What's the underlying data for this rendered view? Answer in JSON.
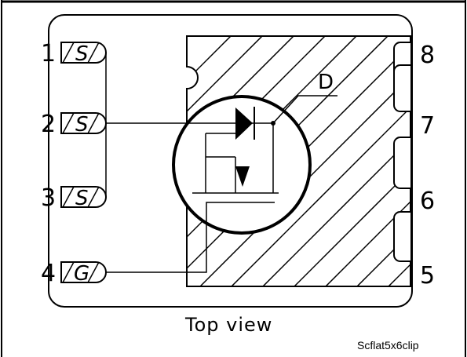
{
  "pins_left": [
    {
      "number": "1",
      "letter": "S"
    },
    {
      "number": "2",
      "letter": "S"
    },
    {
      "number": "3",
      "letter": "S"
    },
    {
      "number": "4",
      "letter": "G"
    }
  ],
  "pins_right": [
    {
      "number": "8"
    },
    {
      "number": "7"
    },
    {
      "number": "6"
    },
    {
      "number": "5"
    }
  ],
  "drain_label": "D",
  "caption": "Top view",
  "source_note": "Scflat5x6clip",
  "colors": {
    "line": "#000000",
    "background": "#ffffff"
  }
}
